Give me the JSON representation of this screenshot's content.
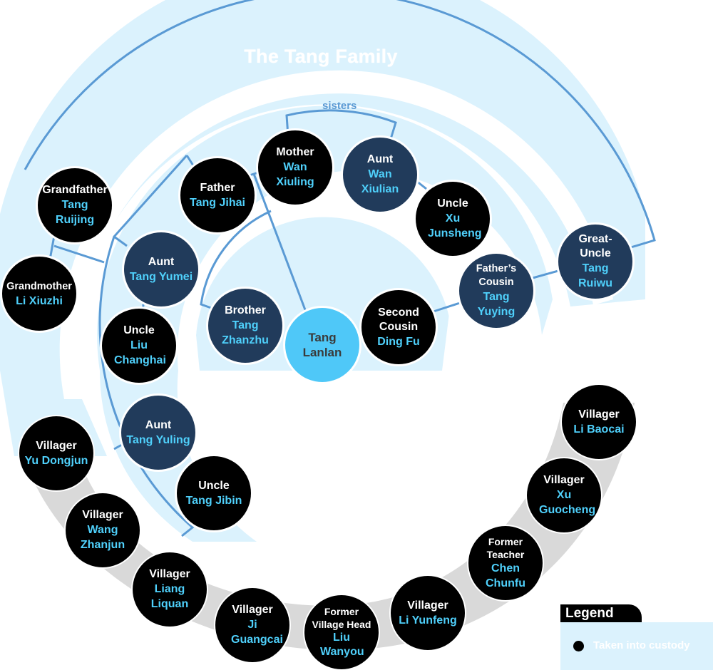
{
  "title": "The Tang Family",
  "sisters_label": "sisters",
  "colors": {
    "custody": "#000000",
    "not_in_custody": "#213b5b",
    "subject": "#4fc8f8",
    "name_text": "#4fd0fb",
    "ring_fill": "#dbf2fd",
    "villager_band": "#d9d9d9",
    "bracket": "#5a9ad4"
  },
  "center": {
    "name": "Tang Lanlan"
  },
  "family": [
    {
      "id": "grandfather",
      "role": "Grandfather",
      "name": "Tang Ruijing",
      "custody": true
    },
    {
      "id": "grandmother",
      "role": "Grandmother",
      "name": "Li Xiuzhi",
      "custody": true
    },
    {
      "id": "father",
      "role": "Father",
      "name": "Tang Jihai",
      "custody": true
    },
    {
      "id": "mother",
      "role": "Mother",
      "name": "Wan Xiuling",
      "custody": true
    },
    {
      "id": "aunt-wan-xiulian",
      "role": "Aunt",
      "name": "Wan Xiulian",
      "custody": false
    },
    {
      "id": "uncle-xu-junsheng",
      "role": "Uncle",
      "name": "Xu Junsheng",
      "custody": true
    },
    {
      "id": "great-uncle",
      "role": "Great-Uncle",
      "name": "Tang Ruiwu",
      "custody": false
    },
    {
      "id": "fathers-cousin",
      "role": "Father’s Cousin",
      "name": "Tang Yuying",
      "custody": false
    },
    {
      "id": "second-cousin",
      "role": "Second Cousin",
      "name": "Ding Fu",
      "custody": true
    },
    {
      "id": "brother",
      "role": "Brother",
      "name": "Tang Zhanzhu",
      "custody": false
    },
    {
      "id": "aunt-tang-yumei",
      "role": "Aunt",
      "name": "Tang Yumei",
      "custody": false
    },
    {
      "id": "uncle-liu-changhai",
      "role": "Uncle",
      "name": "Liu Changhai",
      "custody": true
    },
    {
      "id": "aunt-tang-yuling",
      "role": "Aunt",
      "name": "Tang Yuling",
      "custody": false
    },
    {
      "id": "uncle-tang-jibin",
      "role": "Uncle",
      "name": "Tang Jibin",
      "custody": true
    }
  ],
  "villagers": [
    {
      "role": "Villager",
      "name": "Yu Dongjun",
      "custody": true
    },
    {
      "role": "Villager",
      "name": "Wang Zhanjun",
      "custody": true
    },
    {
      "role": "Villager",
      "name": "Liang Liquan",
      "custody": true
    },
    {
      "role": "Villager",
      "name": "Ji Guangcai",
      "custody": true
    },
    {
      "role": "Former Village Head",
      "name": "Liu Wanyou",
      "custody": true
    },
    {
      "role": "Villager",
      "name": "Li Yunfeng",
      "custody": true
    },
    {
      "role": "Former Teacher",
      "name": "Chen Chunfu",
      "custody": true
    },
    {
      "role": "Villager",
      "name": "Xu Guocheng",
      "custody": true
    },
    {
      "role": "Villager",
      "name": "Li Baocai",
      "custody": true
    }
  ],
  "legend": {
    "title": "Legend",
    "items": [
      {
        "label": "Taken into custody",
        "color": "#000000"
      }
    ]
  }
}
